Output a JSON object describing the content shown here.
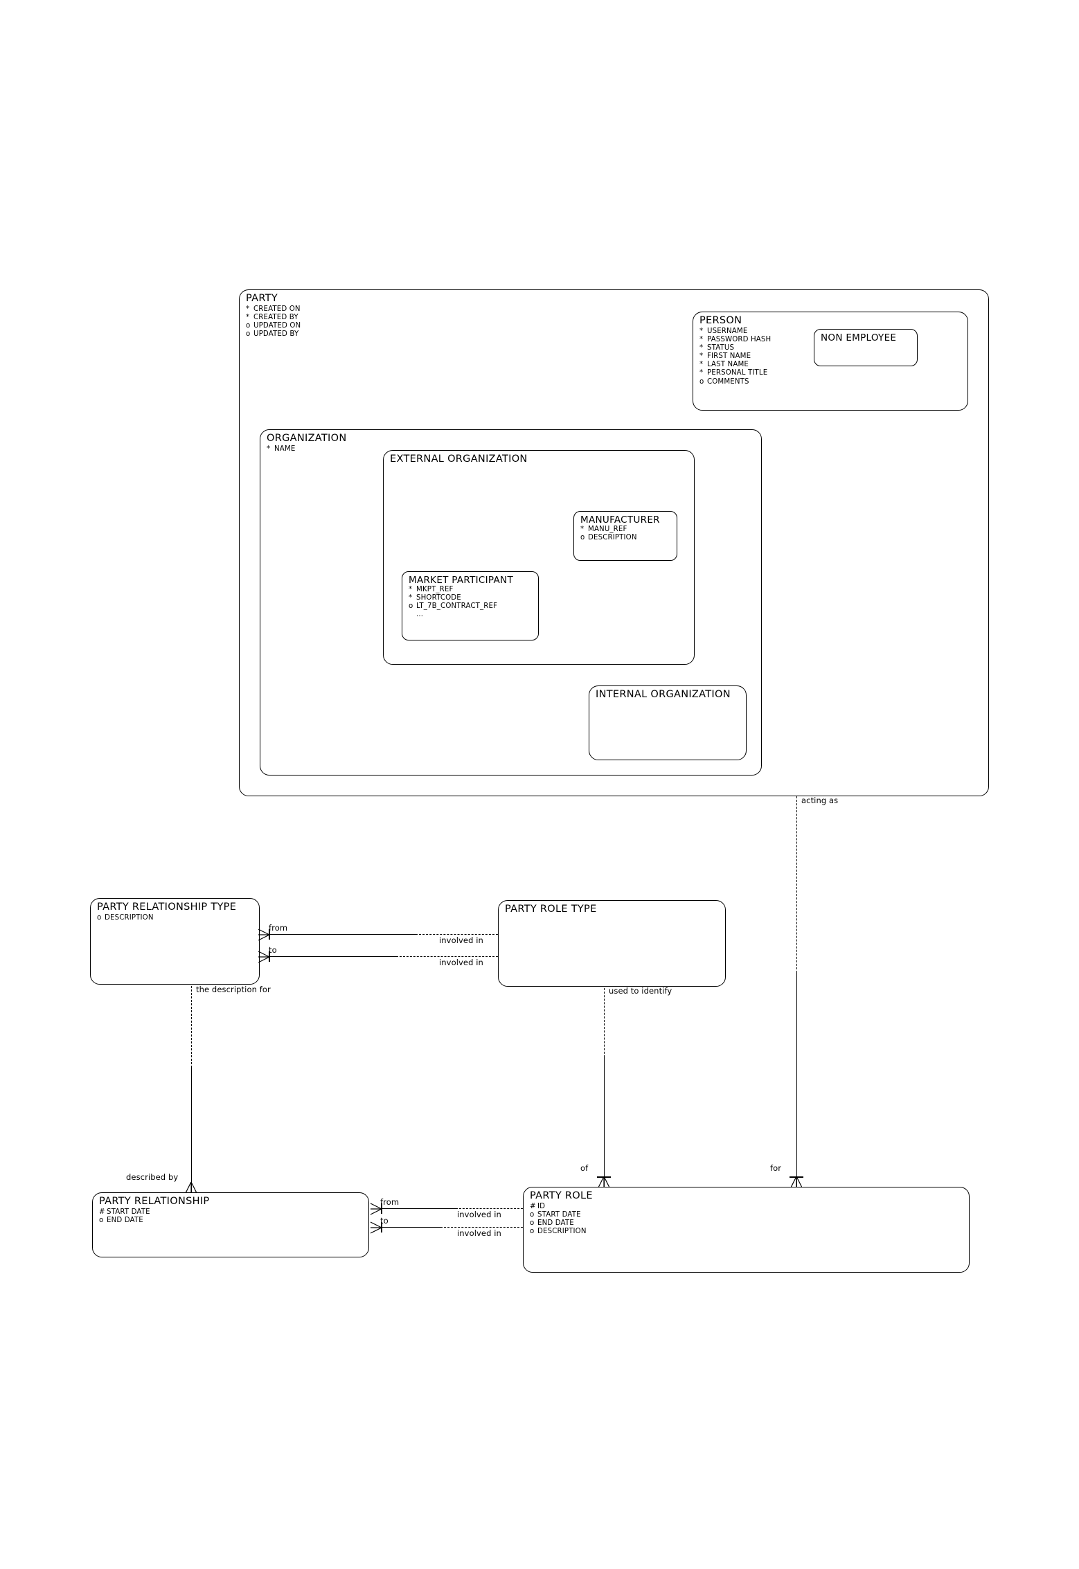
{
  "diagram": {
    "type": "entity-relationship-diagram",
    "title": "Party Data Model",
    "notation": "Barker ERD",
    "background_color": "#ffffff",
    "line_color": "#000000",
    "markers": {
      "mandatory": "*",
      "optional": "o",
      "primary_key": "#",
      "more": "..."
    }
  },
  "entities": {
    "party": {
      "name": "PARTY",
      "attributes": [
        {
          "marker": "*",
          "label": "CREATED ON"
        },
        {
          "marker": "*",
          "label": "CREATED BY"
        },
        {
          "marker": "o",
          "label": "UPDATED ON"
        },
        {
          "marker": "o",
          "label": "UPDATED BY"
        }
      ]
    },
    "person": {
      "name": "PERSON",
      "attributes": [
        {
          "marker": "*",
          "label": "USERNAME"
        },
        {
          "marker": "*",
          "label": "PASSWORD HASH"
        },
        {
          "marker": "*",
          "label": "STATUS"
        },
        {
          "marker": "*",
          "label": "FIRST NAME"
        },
        {
          "marker": "*",
          "label": "LAST NAME"
        },
        {
          "marker": "*",
          "label": "PERSONAL TITLE"
        },
        {
          "marker": "o",
          "label": "COMMENTS"
        }
      ]
    },
    "non_employee": {
      "name": "NON EMPLOYEE",
      "attributes": []
    },
    "organization": {
      "name": "ORGANIZATION",
      "attributes": [
        {
          "marker": "*",
          "label": "NAME"
        }
      ]
    },
    "external_organization": {
      "name": "EXTERNAL ORGANIZATION",
      "attributes": []
    },
    "manufacturer": {
      "name": "MANUFACTURER",
      "attributes": [
        {
          "marker": "*",
          "label": "MANU_REF"
        },
        {
          "marker": "o",
          "label": "DESCRIPTION"
        }
      ]
    },
    "market_participant": {
      "name": "MARKET PARTICIPANT",
      "attributes": [
        {
          "marker": "*",
          "label": "MKPT_REF"
        },
        {
          "marker": "*",
          "label": "SHORTCODE"
        },
        {
          "marker": "o",
          "label": "LT_7B_CONTRACT_REF"
        },
        {
          "marker": "",
          "label": "..."
        }
      ]
    },
    "internal_organization": {
      "name": "INTERNAL ORGANIZATION",
      "attributes": []
    },
    "party_relationship_type": {
      "name": "PARTY RELATIONSHIP TYPE",
      "attributes": [
        {
          "marker": "o",
          "label": "DESCRIPTION"
        }
      ]
    },
    "party_role_type": {
      "name": "PARTY ROLE TYPE",
      "attributes": []
    },
    "party_relationship": {
      "name": "PARTY RELATIONSHIP",
      "attributes": [
        {
          "marker": "#",
          "label": "START DATE"
        },
        {
          "marker": "o",
          "label": "END DATE"
        }
      ]
    },
    "party_role": {
      "name": "PARTY ROLE",
      "attributes": [
        {
          "marker": "#",
          "label": "ID"
        },
        {
          "marker": "o",
          "label": "START DATE"
        },
        {
          "marker": "o",
          "label": "END DATE"
        },
        {
          "marker": "o",
          "label": "DESCRIPTION"
        }
      ]
    }
  },
  "relationships": {
    "prt_to_prole_from": {
      "label": "from"
    },
    "prt_to_prole_to": {
      "label": "to"
    },
    "prole_involved_in_1": {
      "label": "involved in"
    },
    "prole_involved_in_2": {
      "label": "involved in"
    },
    "prt_description_for": {
      "label": "the description for"
    },
    "pr_described_by": {
      "label": "described by"
    },
    "prtype_used_to_identify": {
      "label": "used to identify"
    },
    "prole_of": {
      "label": "of"
    },
    "party_acting_as": {
      "label": "acting as"
    },
    "prole_for": {
      "label": "for"
    },
    "pr_from": {
      "label": "from"
    },
    "pr_to": {
      "label": "to"
    },
    "pr_involved_in_1": {
      "label": "involved in"
    },
    "pr_involved_in_2": {
      "label": "involved in"
    }
  }
}
